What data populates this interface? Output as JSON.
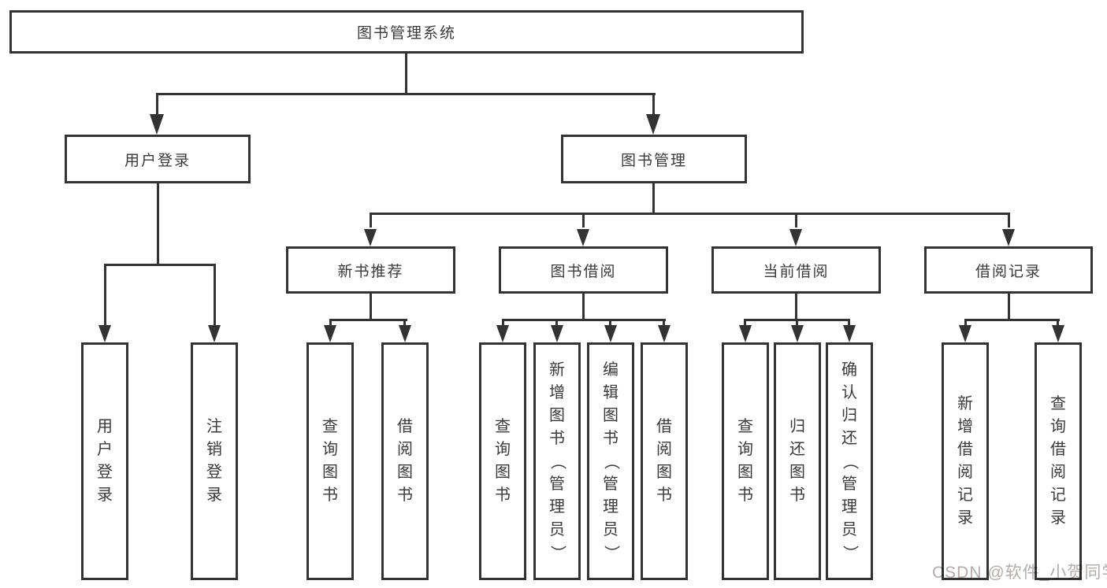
{
  "diagram": {
    "root": {
      "label": "图书管理系统"
    },
    "level2": [
      "用户登录",
      "图书管理"
    ],
    "level3": [
      "新书推荐",
      "图书借阅",
      "当前借阅",
      "借阅记录"
    ],
    "leaves": {
      "user_login": [
        "用户登录",
        "注销登录"
      ],
      "new_book_rec": [
        "查询图书",
        "借阅图书"
      ],
      "book_borrow": [
        "查询图书",
        "新增图书（管理员）",
        "编辑图书（管理员）",
        "借阅图书"
      ],
      "current_borrow": [
        "查询图书",
        "归还图书",
        "确认归还（管理员）"
      ],
      "borrow_record": [
        "新增借阅记录",
        "查询借阅记录"
      ]
    }
  },
  "watermark": {
    "text": "CSDN @软件_小贺同学"
  },
  "colors": {
    "line": "#333333",
    "text": "#3a3a3a",
    "box_background": "#ffffff",
    "watermark": "#b5acac",
    "page_background": "#ffffff"
  }
}
